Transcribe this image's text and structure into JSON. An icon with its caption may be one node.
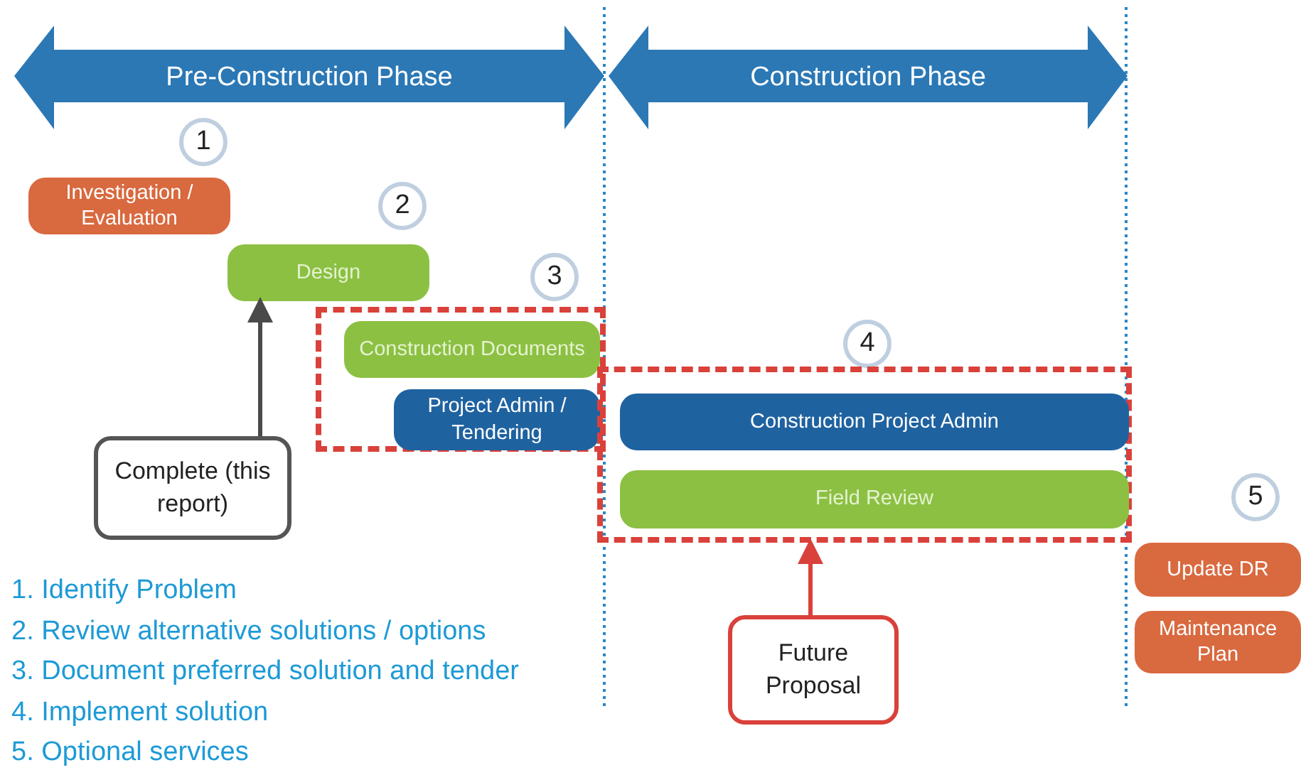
{
  "diagram": {
    "nodes": [
      {
        "text": [
          "Pre-Construction Phase"
        ]
      },
      {
        "text": [
          "Construction Phase"
        ]
      },
      {
        "text": [
          "1"
        ]
      },
      {
        "text": [
          "Investigation / Evaluation"
        ]
      },
      {
        "text": [
          "2"
        ]
      },
      {
        "text": [
          "Design"
        ]
      },
      {
        "text": [
          "3"
        ]
      },
      {
        "text": [],
        "shape": "box"
      },
      {
        "text": [
          "Construction Documents"
        ],
        "in": 7
      },
      {
        "text": [
          "Project Admin / Tendering"
        ],
        "in": 7
      },
      {
        "text": [
          "Complete (this report)"
        ]
      },
      {
        "text": [
          "4"
        ]
      },
      {
        "text": [],
        "shape": "box"
      },
      {
        "text": [
          "Construction Project Admin"
        ],
        "in": 12
      },
      {
        "text": [
          "Field Review"
        ],
        "in": 12
      },
      {
        "text": [
          "Future Proposal"
        ]
      },
      {
        "text": [
          "5"
        ]
      },
      {
        "text": [
          "Update DR"
        ]
      },
      {
        "text": [
          "Maintenance Plan"
        ]
      }
    ],
    "edges": [
      {
        "from": 10,
        "to": 5,
        "arrow": "to"
      },
      {
        "from": 15,
        "to": 12,
        "arrow": "to",
        "color": "#d9413a"
      }
    ],
    "labels": [
      "1. Identify Problem",
      "2. Review alternative solutions / options",
      "3. Document preferred solution and tender",
      "4. Implement solution",
      "5. Optional services"
    ]
  }
}
